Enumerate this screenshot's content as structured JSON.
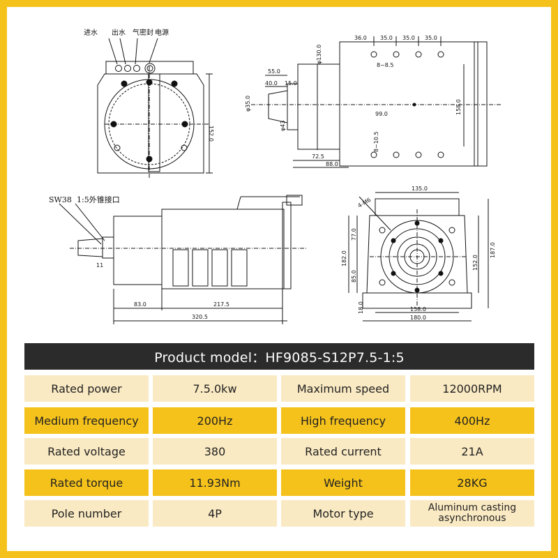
{
  "drawing_labels": {
    "water_in": "进水",
    "water_out": "出水",
    "air_seal": "气密封",
    "power": "电源",
    "sw": "SW38",
    "taper": "1:5外锥接口"
  },
  "dimensions": {
    "top_right": [
      "36.0",
      "35.0",
      "35.0",
      "35.0",
      "φ130.0",
      "8~8.5",
      "55.0",
      "40.0",
      "15.0",
      "φ35.0",
      "φ43",
      "99.0",
      "158.0",
      "8~10.5",
      "72.5",
      "88.0"
    ],
    "top_left": [
      "152.0"
    ],
    "bottom_left": [
      "11",
      "83.0",
      "217.5",
      "320.5"
    ],
    "bottom_right": [
      "135.0",
      "4-M6",
      "77.0",
      "182.0",
      "85.0",
      "18.0",
      "152.0",
      "187.0",
      "158.0",
      "180.0"
    ]
  },
  "header": {
    "title": "Product model：HF9085-S12P7.5-1:5"
  },
  "specs": [
    {
      "label1": "Rated power",
      "value1": "7.5.0kw",
      "label2": "Maximum speed",
      "value2": "12000RPM"
    },
    {
      "label1": "Medium frequency",
      "value1": "200Hz",
      "label2": "High frequency",
      "value2": "400Hz"
    },
    {
      "label1": "Rated voltage",
      "value1": "380",
      "label2": "Rated current",
      "value2": "21A"
    },
    {
      "label1": "Rated torque",
      "value1": "11.93Nm",
      "label2": "Weight",
      "value2": "28KG"
    },
    {
      "label1": "Pole number",
      "value1": "4P",
      "label2": "Motor type",
      "value2": "Aluminum casting asynchronous"
    }
  ],
  "colors": {
    "frame": "#f5c21b",
    "header_bg": "#2b2b2b",
    "row_light": "#faeac3",
    "row_dark": "#f5c21b"
  }
}
